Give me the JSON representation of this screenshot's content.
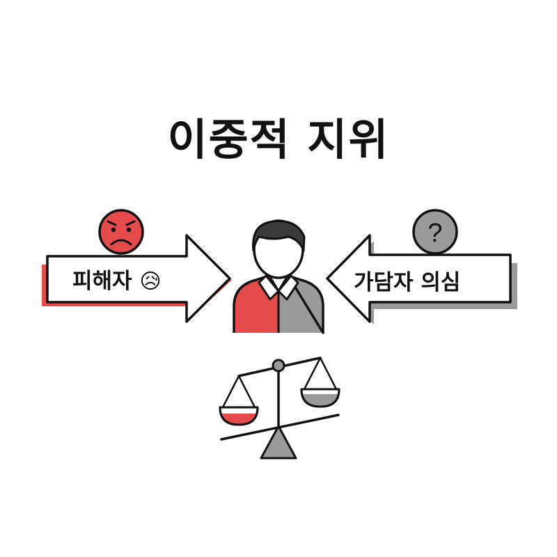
{
  "title": "이중적 지위",
  "left_arrow": {
    "label": "피해자",
    "emoji": "😥",
    "badge_icon": "sad-face-icon",
    "accent": "#e54b4b"
  },
  "right_arrow": {
    "label": "가담자 의심",
    "badge_icon": "question-mark-icon",
    "badge_text": "?",
    "accent": "#9a9a9a"
  },
  "person_icon": "person-half-red-half-gray-icon",
  "scale_icon": "balance-scale-icon",
  "colors": {
    "red": "#e54b4b",
    "gray": "#9a9a9a",
    "outline": "#111111",
    "hair": "#3a3a3a"
  }
}
